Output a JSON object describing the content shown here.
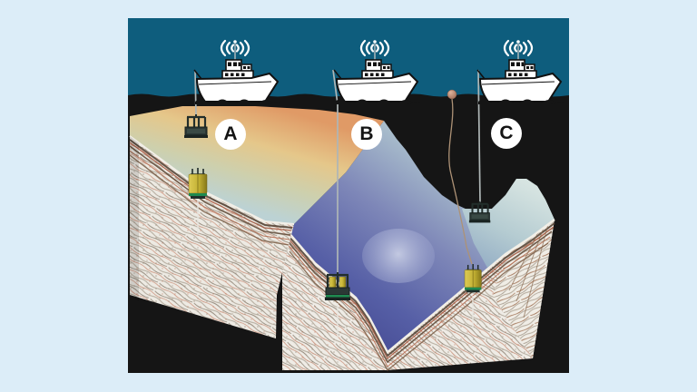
{
  "page": {
    "background_color": "#dcedf8"
  },
  "figure": {
    "scenarios": [
      {
        "label": "A"
      },
      {
        "label": "B"
      },
      {
        "label": "C"
      }
    ],
    "icons": {
      "radio_waves": "radio-waves-icon",
      "research_vessel": "research-vessel-icon",
      "surface_buoy": "surface-buoy-icon",
      "lowered_instrument_frame": "instrument-frame-icon",
      "ocean_bottom_instrument": "ocean-bottom-instrument-icon",
      "deployment_cable": "cable-line",
      "bathymetry_surface": "bathymetry-surface",
      "seismic_cross_section": "seismic-cross-section-face"
    },
    "colors": {
      "sky": "#0e5d7d",
      "sea": "#151515",
      "shelf_warm": "#e09a66",
      "shelf_cool": "#b7cddd",
      "basin_deep": "#565fa6",
      "ridge_ice": "#c6d9da",
      "seismic_face": "#edeae3",
      "strata_red": "#a35138",
      "instrument_yellow": "#c9b93f",
      "instrument_frame": "#2b3835",
      "instrument_base_green": "#1f8a50",
      "buoy": "#c08b76",
      "label_bg": "#ffffff",
      "label_text": "#141414"
    }
  }
}
